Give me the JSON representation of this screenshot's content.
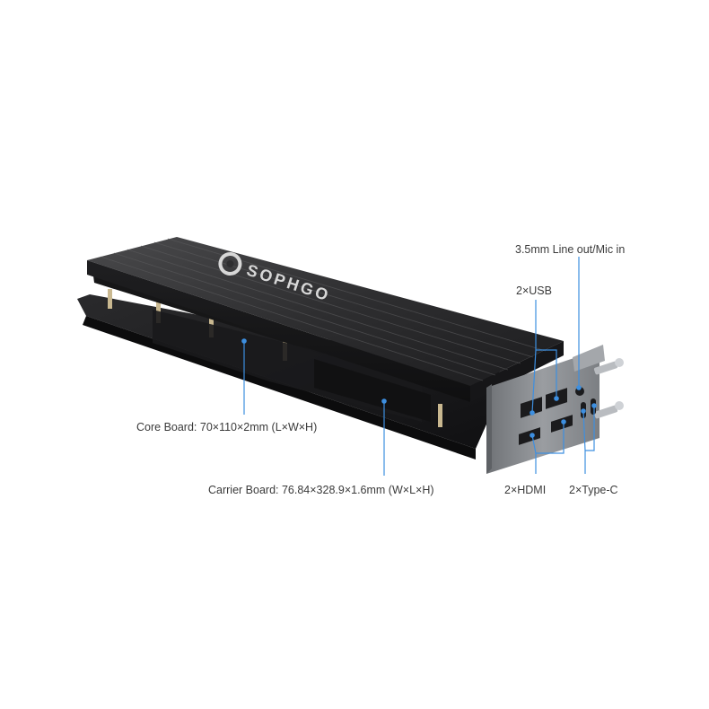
{
  "callouts": {
    "line_out_mic_in": "3.5mm Line out/Mic in",
    "usb": "2×USB",
    "core_board": "Core Board: 70×110×2mm (L×W×H)",
    "carrier_board": "Carrier Board: 76.84×328.9×1.6mm (W×L×H)",
    "hdmi": "2×HDMI",
    "type_c": "2×Type-C"
  },
  "heatsink_logo": "SOPHGO",
  "colors": {
    "callout_line": "#3d8fe0",
    "callout_text": "#3a3a3a",
    "heatsink": "#2b2b2b",
    "io_bracket": "#8a8d91"
  }
}
